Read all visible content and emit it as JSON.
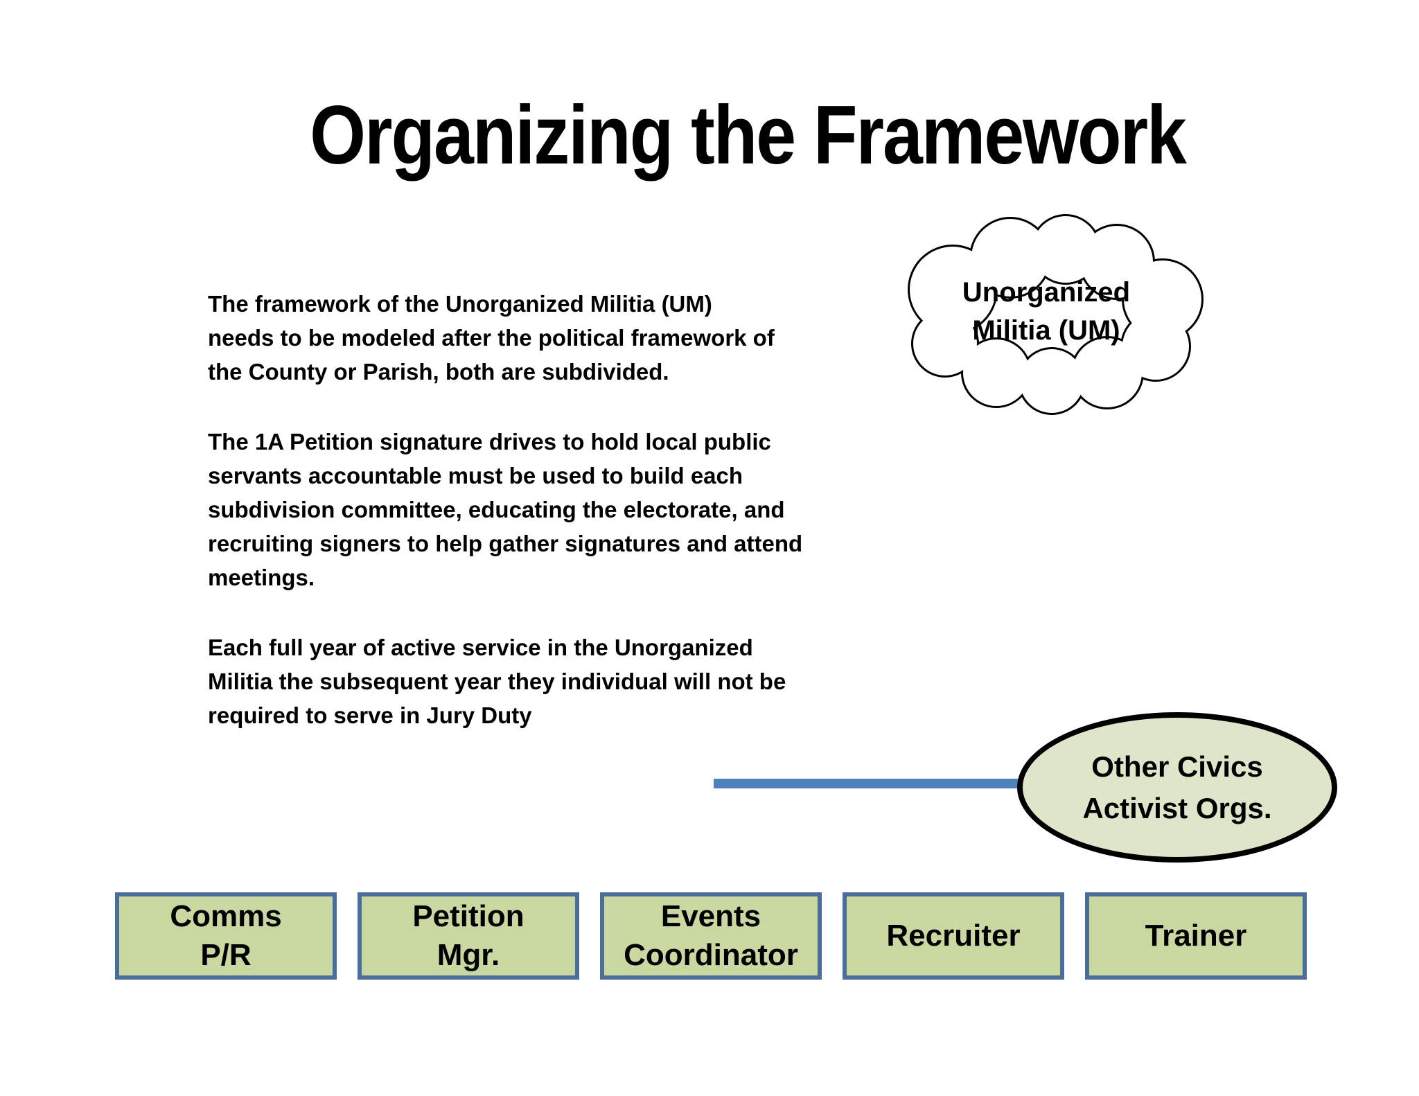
{
  "title": "Organizing the Framework",
  "paragraphs": [
    "The framework of the Unorganized Militia (UM)\nneeds to be modeled after the political framework of\nthe County or Parish, both are subdivided.",
    "The 1A Petition signature drives to hold local public\nservants accountable must be used to build each\nsubdivision committee, educating the electorate, and\nrecruiting signers to help gather signatures and attend\nmeetings.",
    "Each full year of active service in the Unorganized\nMilitia the subsequent year they individual will not be\nrequired to serve in Jury Duty"
  ],
  "cloud": {
    "label": "Unorganized\nMilitia (UM)"
  },
  "ellipse": {
    "label": "Other Civics\nActivist Orgs."
  },
  "boxes": [
    {
      "label": "Comms\nP/R"
    },
    {
      "label": "Petition\nMgr."
    },
    {
      "label": "Events\nCoordinator"
    },
    {
      "label": "Recruiter"
    },
    {
      "label": "Trainer"
    }
  ],
  "colors": {
    "text": "#000000",
    "background": "#ffffff",
    "connector_blue": "#4f81bd",
    "box_fill": "#c9d8a0",
    "box_border": "#4a6d9a",
    "ellipse_fill": "#dde6c8",
    "ellipse_border": "#000000",
    "cloud_fill": "#ffffff",
    "cloud_border": "#000000"
  }
}
